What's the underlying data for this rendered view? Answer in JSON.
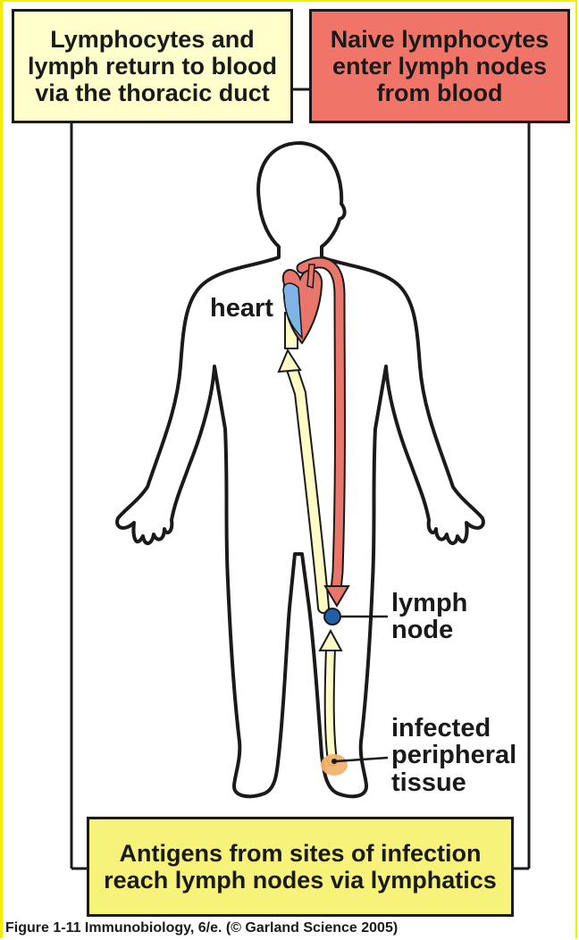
{
  "boxes": {
    "left": "Lymphocytes and\nlymph return to blood\nvia the thoracic duct",
    "right": "Naive lymphocytes\nenter lymph nodes\nfrom blood",
    "bottom": "Antigens from sites of infection\nreach lymph nodes via lymphatics"
  },
  "labels": {
    "heart": "heart",
    "lymph_node": "lymph\nnode",
    "tissue": "infected\nperipheral\ntissue"
  },
  "caption": "Figure 1-11  Immunobiology, 6/e. (© Garland Science 2005)",
  "colors": {
    "lymph_path": "#fffbc4",
    "blood_path": "#e8766b",
    "lymph_node": "#1f5fa8",
    "tissue": "#f2b26b",
    "frame_accent": "#f2ee00"
  }
}
